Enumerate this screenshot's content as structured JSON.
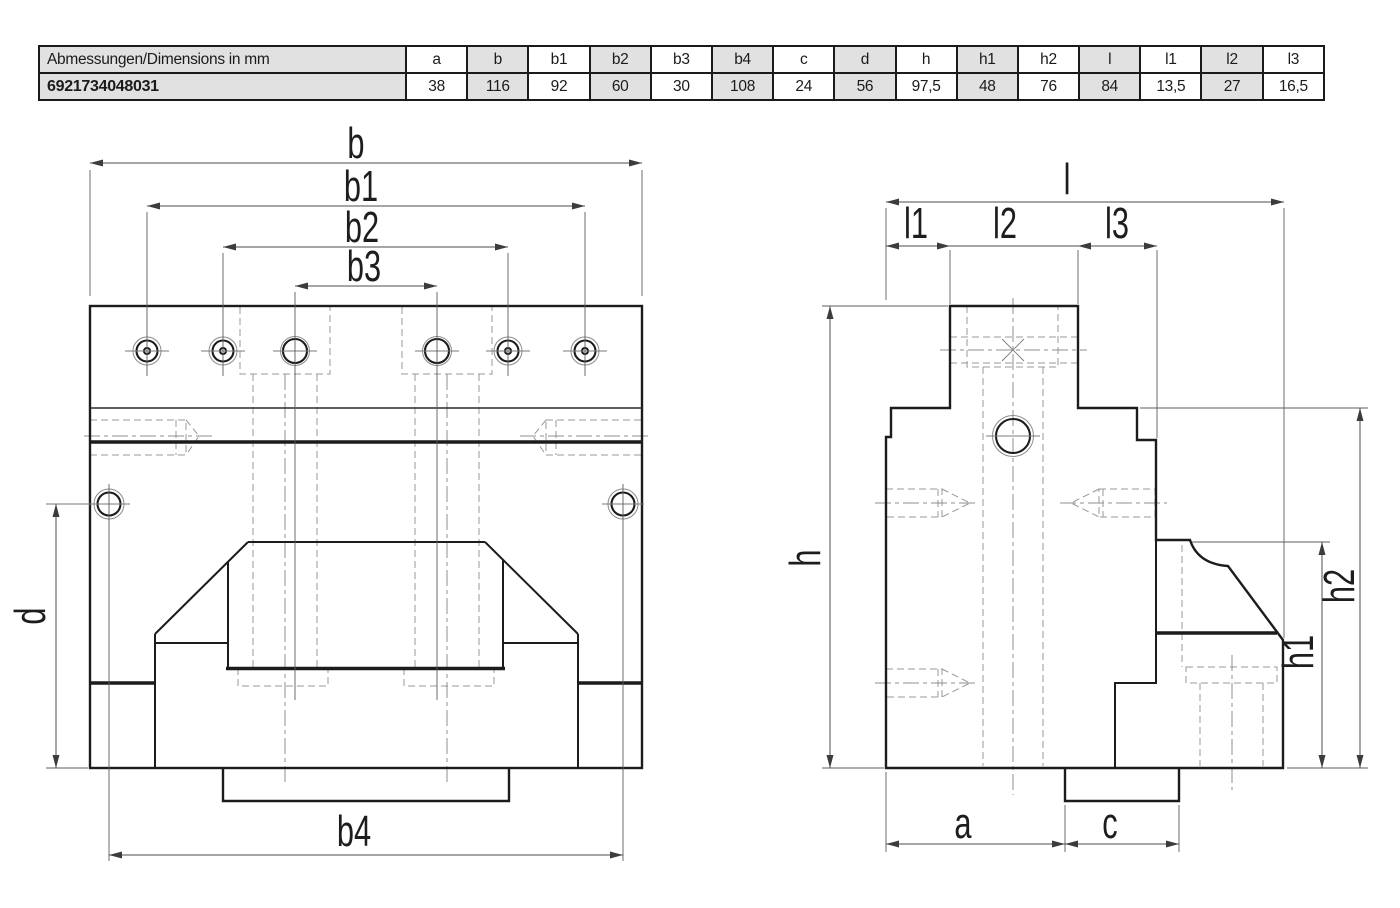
{
  "table": {
    "header_label": "Abmessungen/Dimensions in mm",
    "part_number": "6921734048031",
    "columns": [
      "a",
      "b",
      "b1",
      "b2",
      "b3",
      "b4",
      "c",
      "d",
      "h",
      "h1",
      "h2",
      "l",
      "l1",
      "l2",
      "l3"
    ],
    "values": [
      "38",
      "116",
      "92",
      "60",
      "30",
      "108",
      "24",
      "56",
      "97,5",
      "48",
      "76",
      "84",
      "13,5",
      "27",
      "16,5"
    ]
  },
  "front_view": {
    "dim_labels": {
      "b": "b",
      "b1": "b1",
      "b2": "b2",
      "b3": "b3",
      "b4": "b4",
      "d": "d"
    }
  },
  "side_view": {
    "dim_labels": {
      "l": "l",
      "l1": "l1",
      "l2": "l2",
      "l3": "l3",
      "h": "h",
      "h1": "h1",
      "h2": "h2",
      "a": "a",
      "c": "c"
    }
  },
  "colors": {
    "background": "#ffffff",
    "table_shaded_cell": "#e1e1e1",
    "table_border": "#1b1b1b",
    "outline_stroke": "#1c1c1c",
    "dimension_stroke": "#4d4d4d",
    "hidden_line_stroke": "#989898"
  }
}
